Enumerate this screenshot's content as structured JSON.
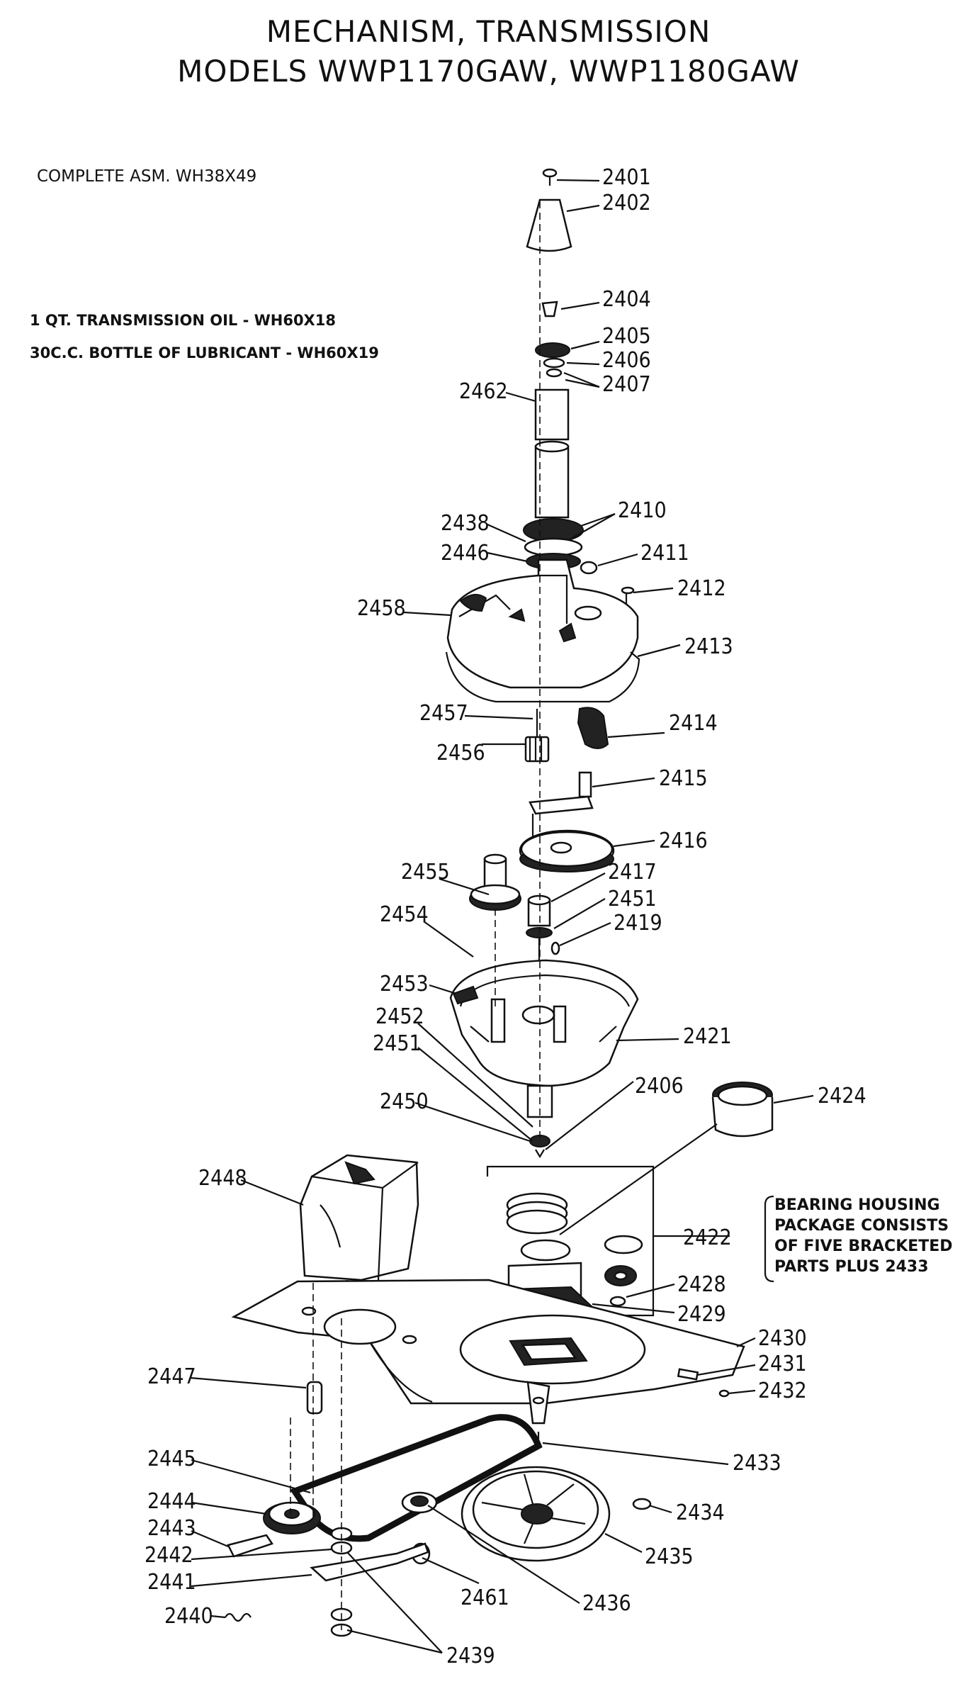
{
  "header": {
    "title_line1": "MECHANISM, TRANSMISSION",
    "title_line2": "MODELS WWP1170GAW, WWP1180GAW"
  },
  "notes": {
    "complete_assembly": "COMPLETE ASM. WH38X49",
    "transmission_oil": "1 QT. TRANSMISSION OIL - WH60X18",
    "lubricant": "30C.C. BOTTLE OF LUBRICANT - WH60X19"
  },
  "bearing_note": {
    "lines": [
      "BEARING HOUSING",
      "PACKAGE CONSISTS",
      "OF FIVE BRACKETED",
      "PARTS PLUS 2433"
    ]
  },
  "callouts": [
    {
      "id": "2401"
    },
    {
      "id": "2402"
    },
    {
      "id": "2404"
    },
    {
      "id": "2405"
    },
    {
      "id": "2406"
    },
    {
      "id": "2407"
    },
    {
      "id": "2462"
    },
    {
      "id": "2410"
    },
    {
      "id": "2438"
    },
    {
      "id": "2446"
    },
    {
      "id": "2411"
    },
    {
      "id": "2412"
    },
    {
      "id": "2458"
    },
    {
      "id": "2413"
    },
    {
      "id": "2457"
    },
    {
      "id": "2414"
    },
    {
      "id": "2456"
    },
    {
      "id": "2415"
    },
    {
      "id": "2416"
    },
    {
      "id": "2455"
    },
    {
      "id": "2417"
    },
    {
      "id": "2451"
    },
    {
      "id": "2454"
    },
    {
      "id": "2419"
    },
    {
      "id": "2453"
    },
    {
      "id": "2452"
    },
    {
      "id": "2421"
    },
    {
      "id": "2451"
    },
    {
      "id": "2450"
    },
    {
      "id": "2406"
    },
    {
      "id": "2424"
    },
    {
      "id": "2448"
    },
    {
      "id": "2422"
    },
    {
      "id": "2428"
    },
    {
      "id": "2429"
    },
    {
      "id": "2430"
    },
    {
      "id": "2431"
    },
    {
      "id": "2432"
    },
    {
      "id": "2447"
    },
    {
      "id": "2433"
    },
    {
      "id": "2445"
    },
    {
      "id": "2444"
    },
    {
      "id": "2434"
    },
    {
      "id": "2443"
    },
    {
      "id": "2435"
    },
    {
      "id": "2442"
    },
    {
      "id": "2441"
    },
    {
      "id": "2461"
    },
    {
      "id": "2436"
    },
    {
      "id": "2440"
    },
    {
      "id": "2439"
    }
  ]
}
